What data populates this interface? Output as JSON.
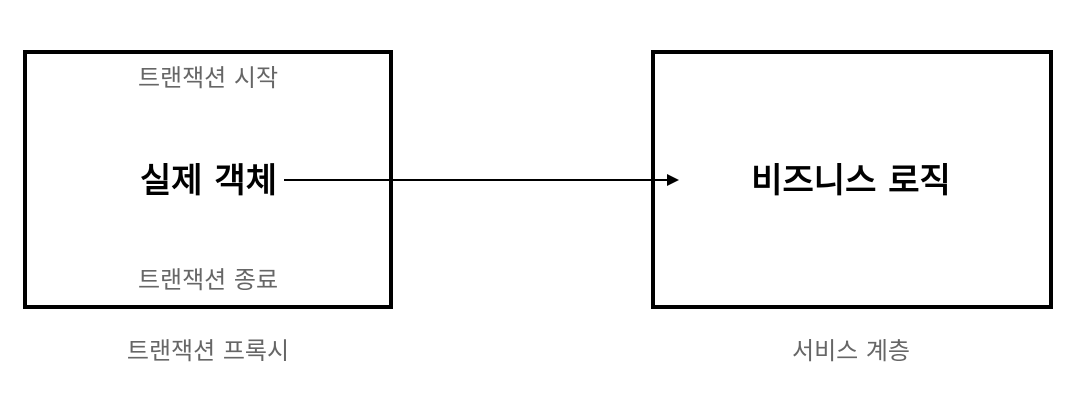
{
  "proxy": {
    "top_label": "트랜잭션 시작",
    "center_label": "실제 객체",
    "bottom_label": "트랜잭션 종료",
    "caption": "트랜잭션 프록시"
  },
  "service": {
    "center_label": "비즈니스 로직",
    "caption": "서비스 계층"
  },
  "colors": {
    "border": "#000000",
    "muted_text": "#666666",
    "primary_text": "#000000"
  }
}
